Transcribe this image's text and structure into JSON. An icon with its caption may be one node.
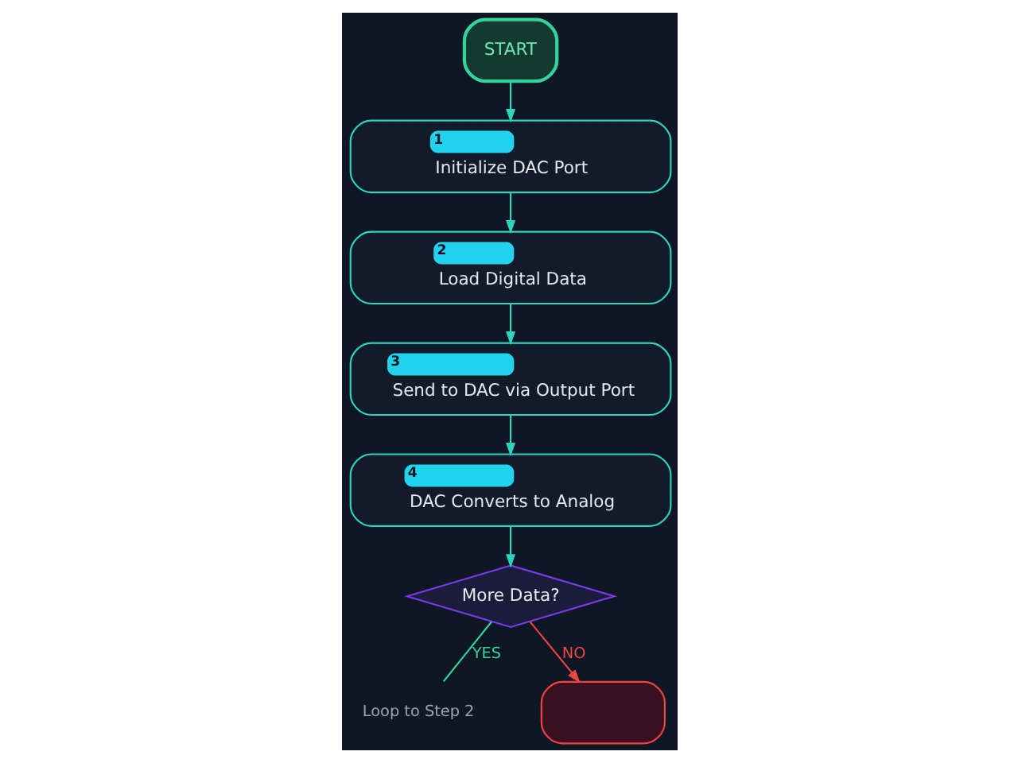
{
  "diagram": {
    "nodes": [
      {
        "text": [
          "START"
        ]
      },
      {
        "text": [
          "1",
          "Initialize DAC Port"
        ]
      },
      {
        "text": [
          "2",
          "Load Digital Data"
        ]
      },
      {
        "text": [
          "3",
          "Send to DAC via Output Port"
        ]
      },
      {
        "text": [
          "4",
          "DAC Converts to Analog"
        ]
      },
      {
        "text": [
          "More Data?"
        ]
      },
      {
        "text": [
          "Loop to Step 2"
        ]
      },
      {
        "text": [],
        "shape": "box"
      }
    ],
    "edges": [
      {
        "from": 0,
        "to": 1,
        "arrow": "to"
      },
      {
        "from": 1,
        "to": 2,
        "arrow": "to"
      },
      {
        "from": 2,
        "to": 3,
        "arrow": "to"
      },
      {
        "from": 3,
        "to": 4,
        "arrow": "to"
      },
      {
        "from": 4,
        "to": 5,
        "arrow": "to"
      },
      {
        "from": 5,
        "to": 6,
        "label": "YES",
        "arrow": "none",
        "color": "#34d399"
      },
      {
        "from": 5,
        "to": 7,
        "label": "NO",
        "arrow": "to",
        "color": "#ef4444"
      }
    ]
  }
}
